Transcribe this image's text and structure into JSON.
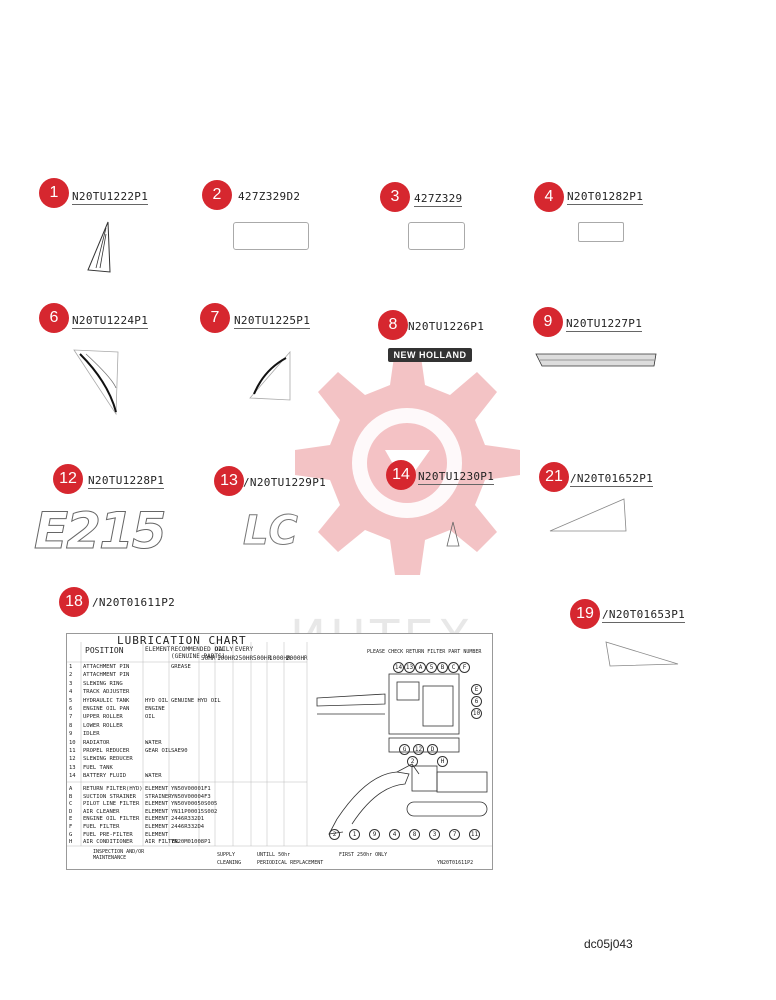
{
  "items": [
    {
      "num": "1",
      "part": "N20TU1222P1"
    },
    {
      "num": "2",
      "part": "427Z329D2"
    },
    {
      "num": "3",
      "part": "427Z329"
    },
    {
      "num": "4",
      "part": "N20T01282P1"
    },
    {
      "num": "6",
      "part": "N20TU1224P1"
    },
    {
      "num": "7",
      "part": "N20TU1225P1"
    },
    {
      "num": "8",
      "part": "N20TU1226P1"
    },
    {
      "num": "9",
      "part": "N20TU1227P1"
    },
    {
      "num": "12",
      "part": "N20TU1228P1"
    },
    {
      "num": "13",
      "part": "/N20TU1229P1"
    },
    {
      "num": "14",
      "part": "N20TU1230P1"
    },
    {
      "num": "21",
      "part": "/N20T01652P1"
    },
    {
      "num": "18",
      "part": "/N20T01611P2"
    },
    {
      "num": "19",
      "part": "/N20T01653P1"
    }
  ],
  "decals": {
    "brand": "NEW HOLLAND",
    "model": "E215",
    "suffix": "LC"
  },
  "watermark": {
    "text": "ИНТЕХ"
  },
  "diagram_code": "dc05j043",
  "lubrication_chart": {
    "title": "LUBRICATION CHART",
    "headers": {
      "position": "POSITION",
      "element": "ELEMENT",
      "oil": "RECOMMENDED OIL",
      "oil_sub": "(GENUINE PARTS)",
      "daily": "DAILY",
      "every": "EVERY",
      "hours": [
        "50HR",
        "100HR",
        "250HR",
        "500HR",
        "1000HR",
        "2000HR"
      ]
    },
    "rows": [
      {
        "code": "1",
        "pos": "ATTACHMENT PIN",
        "el": "",
        "oil": "GREASE"
      },
      {
        "code": "2",
        "pos": "ATTACHMENT PIN",
        "el": "",
        "oil": ""
      },
      {
        "code": "3",
        "pos": "SLEWING RING",
        "el": "",
        "oil": ""
      },
      {
        "code": "4",
        "pos": "TRACK ADJUSTER",
        "el": "",
        "oil": ""
      },
      {
        "code": "5",
        "pos": "HYDRAULIC TANK",
        "el": "HYD OIL",
        "oil": "GENUINE HYD OIL"
      },
      {
        "code": "6",
        "pos": "ENGINE OIL PAN",
        "el": "ENGINE",
        "oil": ""
      },
      {
        "code": "7",
        "pos": "UPPER ROLLER",
        "el": "OIL",
        "oil": ""
      },
      {
        "code": "8",
        "pos": "LOWER ROLLER",
        "el": "",
        "oil": ""
      },
      {
        "code": "9",
        "pos": "IDLER",
        "el": "",
        "oil": ""
      },
      {
        "code": "10",
        "pos": "RADIATOR",
        "el": "WATER",
        "oil": ""
      },
      {
        "code": "11",
        "pos": "PROPEL REDUCER",
        "el": "GEAR OIL",
        "oil": "SAE90"
      },
      {
        "code": "12",
        "pos": "SLEWING REDUCER",
        "el": "",
        "oil": ""
      },
      {
        "code": "13",
        "pos": "FUEL TANK",
        "el": "",
        "oil": ""
      },
      {
        "code": "14",
        "pos": "BATTERY FLUID",
        "el": "WATER",
        "oil": ""
      },
      {
        "code": "A",
        "pos": "RETURN FILTER(HYD)",
        "el": "ELEMENT",
        "oil": "YN50V00001F1"
      },
      {
        "code": "B",
        "pos": "SUCTION STRAINER",
        "el": "STRAINER",
        "oil": "YN50V00004F3"
      },
      {
        "code": "C",
        "pos": "PILOT LINE FILTER",
        "el": "ELEMENT",
        "oil": "YN50V00050S005"
      },
      {
        "code": "D",
        "pos": "AIR CLEANER",
        "el": "ELEMENT",
        "oil": "YN11P00015S002"
      },
      {
        "code": "E",
        "pos": "ENGINE OIL FILTER",
        "el": "ELEMENT",
        "oil": "2446R332D1"
      },
      {
        "code": "F",
        "pos": "FUEL FILTER",
        "el": "ELEMENT",
        "oil": "2446R332D4"
      },
      {
        "code": "G",
        "pos": "FUEL PRE-FILTER",
        "el": "ELEMENT",
        "oil": ""
      },
      {
        "code": "H",
        "pos": "AIR CONDITIONER",
        "el": "AIR FILTER",
        "oil": "YN20M01008P1"
      }
    ],
    "notes": {
      "inspect": "INSPECTION AND/OR MAINTENANCE",
      "supply": "SUPPLY",
      "cleaning": "CLEANING",
      "until": "UNTILL 50hr",
      "periodical": "PERIODICAL REPLACEMENT",
      "first": "FIRST 250hr ONLY",
      "check": "PLEASE CHECK RETURN FILTER PART NUMBER",
      "chart_code": "YN20T01611P2"
    },
    "callouts_top": [
      "14",
      "13",
      "A",
      "5",
      "B",
      "C",
      "F"
    ],
    "callouts_side": [
      "E",
      "6",
      "10",
      "D",
      "12",
      "G"
    ],
    "callouts_bottom": [
      "2",
      "1",
      "9",
      "4",
      "8",
      "3",
      "7",
      "11"
    ],
    "callouts_mid": [
      "2",
      "H"
    ]
  }
}
